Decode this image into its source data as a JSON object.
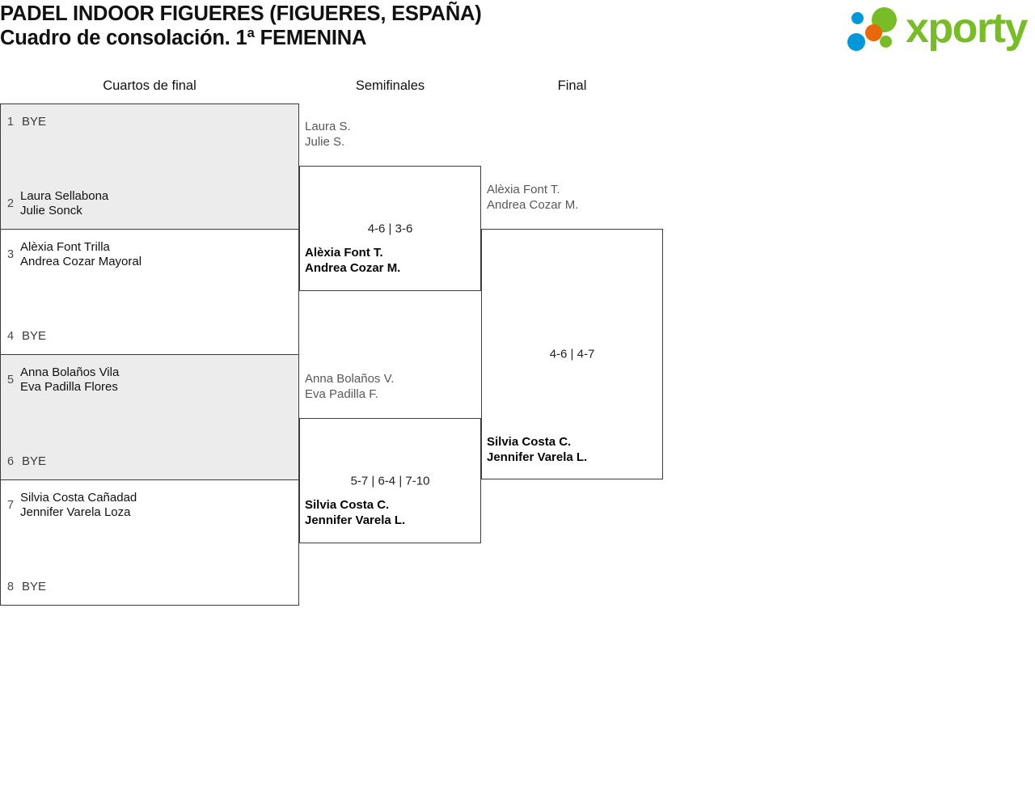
{
  "header": {
    "title_line1": "PADEL INDOOR FIGUERES (FIGUERES, ESPAÑA)",
    "title_line2": "Cuadro de consolación. 1ª FEMENINA",
    "logo_word": "xporty",
    "logo_colors": {
      "green": "#78bc28",
      "blue": "#0098d8",
      "orange": "#e8690b"
    }
  },
  "rounds": [
    {
      "label": "Cuartos de final"
    },
    {
      "label": "Semifinales"
    },
    {
      "label": "Final"
    }
  ],
  "quarterfinals": [
    {
      "shaded": true,
      "top": {
        "seed": "1",
        "names": "BYE",
        "bye": true
      },
      "bottom": {
        "seed": "2",
        "names": "Laura Sellabona\nJulie Sonck",
        "bye": false
      }
    },
    {
      "shaded": false,
      "top": {
        "seed": "3",
        "names": "Alèxia Font Trilla\nAndrea Cozar Mayoral",
        "bye": false
      },
      "bottom": {
        "seed": "4",
        "names": "BYE",
        "bye": true
      }
    },
    {
      "shaded": true,
      "top": {
        "seed": "5",
        "names": "Anna Bolaños Vila\nEva Padilla Flores",
        "bye": false
      },
      "bottom": {
        "seed": "6",
        "names": "BYE",
        "bye": true
      }
    },
    {
      "shaded": false,
      "top": {
        "seed": "7",
        "names": "Silvia Costa Cañadad\nJennifer Varela Loza",
        "bye": false
      },
      "bottom": {
        "seed": "8",
        "names": "BYE",
        "bye": true
      }
    }
  ],
  "semifinals": [
    {
      "top_team": "Laura S.\nJulie S.",
      "bottom_team": "Alèxia Font T.\nAndrea Cozar M.",
      "score": "4-6 | 3-6",
      "winner": "bottom"
    },
    {
      "top_team": "Anna Bolaños V.\nEva Padilla F.",
      "bottom_team": "Silvia Costa C.\nJennifer Varela L.",
      "score": "5-7 | 6-4 | 7-10",
      "winner": "bottom"
    }
  ],
  "final": {
    "top_team": "Alèxia Font T.\nAndrea Cozar M.",
    "bottom_team": "Silvia Costa C.\nJennifer Varela L.",
    "score": "4-6 | 4-7",
    "winner": "bottom"
  }
}
